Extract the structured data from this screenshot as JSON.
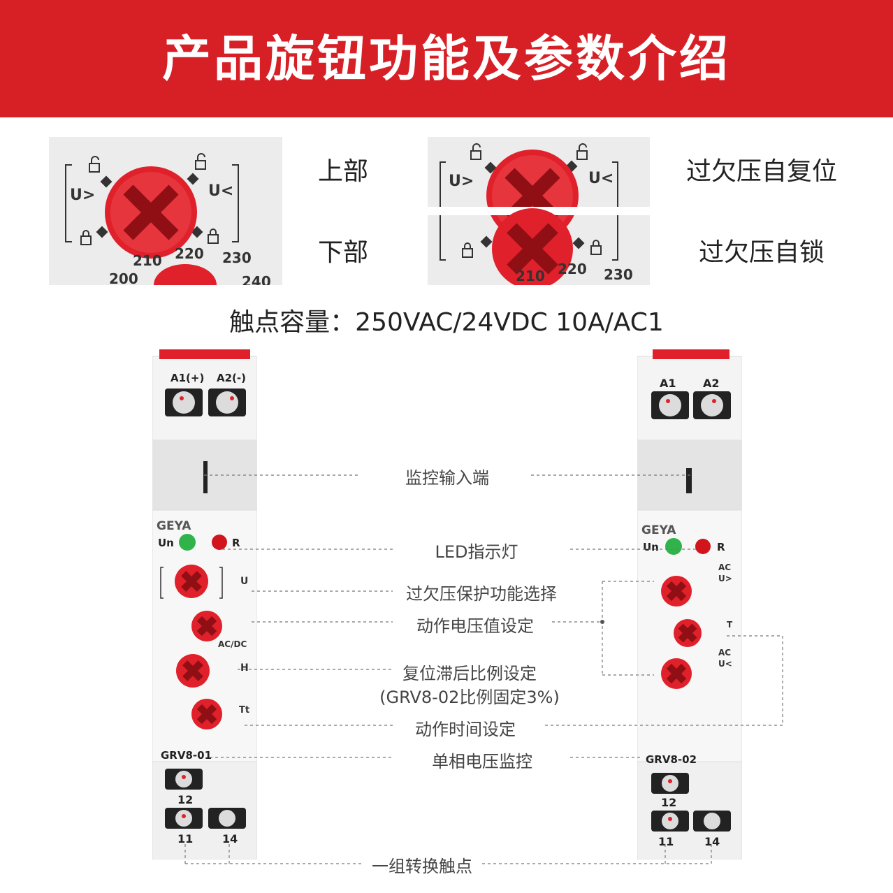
{
  "banner": {
    "title": "产品旋钮功能及参数介绍",
    "color": "#d71f26"
  },
  "panel_top_left": {
    "u_over": "U>",
    "u_under": "U<",
    "scale": [
      "200",
      "210",
      "220",
      "230",
      "240"
    ]
  },
  "panel_top_right": {
    "u_over": "U>",
    "u_under": "U<",
    "scale": [
      "210",
      "220",
      "230"
    ]
  },
  "labels": {
    "upper": "上部",
    "lower": "下部",
    "auto_reset": "过欠压自复位",
    "self_lock": "过欠压自锁"
  },
  "spec": "触点容量：250VAC/24VDC   10A/AC1",
  "callouts": {
    "monitor_input": "监控输入端",
    "led": "LED指示灯",
    "func_select": "过欠压保护功能选择",
    "voltage_set": "动作电压值设定",
    "hysteresis": "复位滞后比例设定",
    "hysteresis_note": "(GRV8-02比例固定3%)",
    "time_set": "动作时间设定",
    "single_phase": "单相电压监控",
    "changeover": "一组转换触点"
  },
  "device_left": {
    "model": "GRV8-01",
    "brand": "GEYA",
    "a1": "A1(+)",
    "a2": "A2(-)",
    "un": "Un",
    "r": "R",
    "u": "U",
    "h": "H",
    "tt": "Tt",
    "acdc": "AC/DC",
    "t12": "12",
    "t11": "11",
    "t14": "14"
  },
  "device_right": {
    "model": "GRV8-02",
    "brand": "GEYA",
    "a1": "A1",
    "a2": "A2",
    "un": "Un",
    "r": "R",
    "ac_top": "AC",
    "u_over": "U>",
    "t": "T",
    "ac_bottom": "AC",
    "u_under": "U<",
    "t12": "12",
    "t11": "11",
    "t14": "14"
  },
  "colors": {
    "knob": "#e0202a",
    "led_green": "#2fb34a",
    "led_red": "#d2141c",
    "device_body": "#f2f2f2"
  }
}
